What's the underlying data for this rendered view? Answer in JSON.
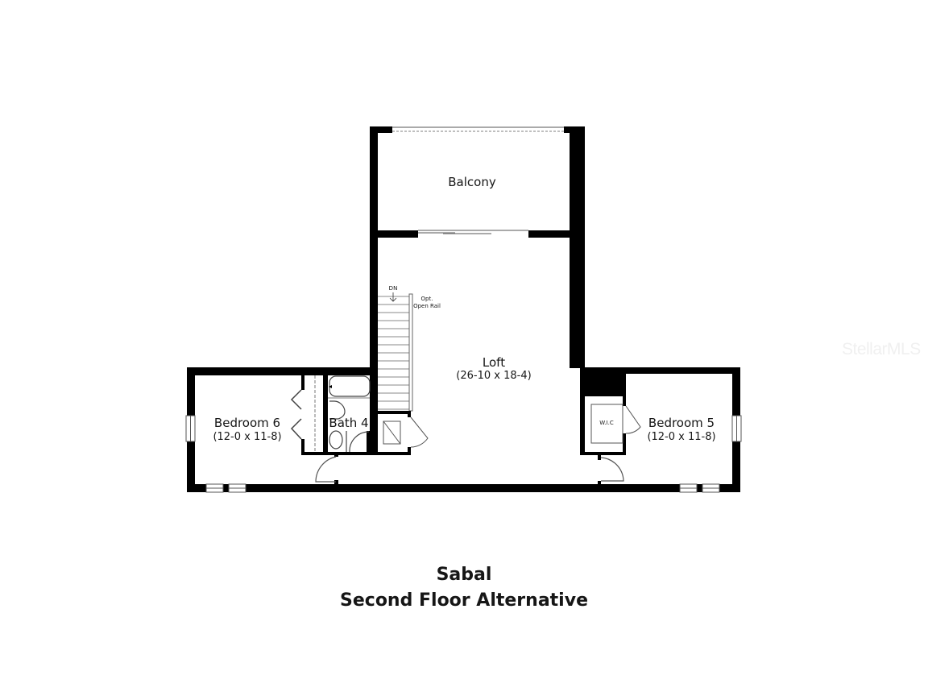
{
  "plan": {
    "model_name": "Sabal",
    "floor_label": "Second Floor Alternative",
    "watermark": "StellarMLS",
    "wall_color": "#000000",
    "rooms": {
      "balcony": {
        "name": "Balcony"
      },
      "loft": {
        "name": "Loft",
        "dimensions": "(26-10 x 18-4)"
      },
      "bedroom6": {
        "name": "Bedroom 6",
        "dimensions": "(12-0 x 11-8)"
      },
      "bath4": {
        "name": "Bath 4"
      },
      "bedroom5": {
        "name": "Bedroom 5",
        "dimensions": "(12-0 x 11-8)"
      },
      "wic": {
        "name": "W.I.C"
      }
    },
    "stairs": {
      "direction_label": "DN",
      "rail_note_line1": "Opt.",
      "rail_note_line2": "Open Rail"
    }
  }
}
